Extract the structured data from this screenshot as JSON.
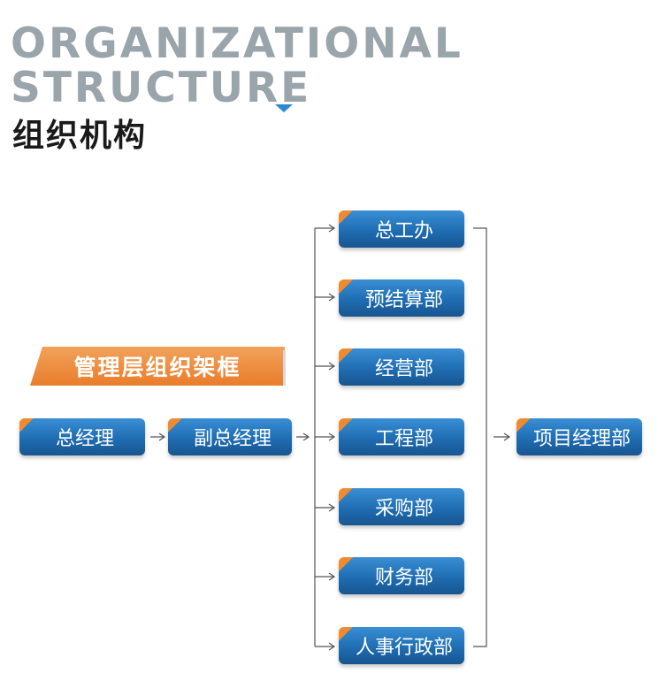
{
  "header": {
    "title_en_line1": "ORGANIZATIONAL",
    "title_en_line2": "STRUCTURE",
    "title_cn": "组织机构"
  },
  "banner": {
    "label": "管理层组织架框"
  },
  "chain": [
    {
      "label": "总经理"
    },
    {
      "label": "副总经理"
    }
  ],
  "departments": [
    {
      "label": "总工办"
    },
    {
      "label": "预结算部"
    },
    {
      "label": "经营部"
    },
    {
      "label": "工程部"
    },
    {
      "label": "采购部"
    },
    {
      "label": "财务部"
    },
    {
      "label": "人事行政部"
    }
  ],
  "result": {
    "label": "项目经理部"
  },
  "colors": {
    "node_blue": "#1f6db3",
    "accent_orange": "#f08a2f",
    "title_gray": "#9aa4ab",
    "connector": "#555555"
  }
}
